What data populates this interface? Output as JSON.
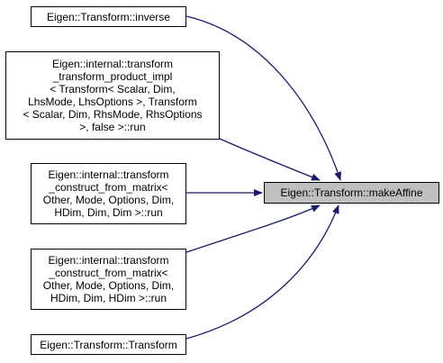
{
  "graph": {
    "target": {
      "label": "Eigen::Transform::makeAffine",
      "fill": "#bfbfbf"
    },
    "callers": [
      {
        "label": "Eigen::Transform::inverse"
      },
      {
        "label": "Eigen::internal::transform\n_transform_product_impl\n< Transform< Scalar, Dim,\n LhsMode, LhsOptions >, Transform\n< Scalar, Dim, RhsMode, RhsOptions\n >, false >::run"
      },
      {
        "label": "Eigen::internal::transform\n_construct_from_matrix<\n Other, Mode, Options, Dim,\n HDim, Dim, Dim >::run"
      },
      {
        "label": "Eigen::internal::transform\n_construct_from_matrix<\n Other, Mode, Options, Dim,\n HDim, Dim, HDim >::run"
      },
      {
        "label": "Eigen::Transform::Transform"
      }
    ],
    "edge_color": "#191970"
  }
}
